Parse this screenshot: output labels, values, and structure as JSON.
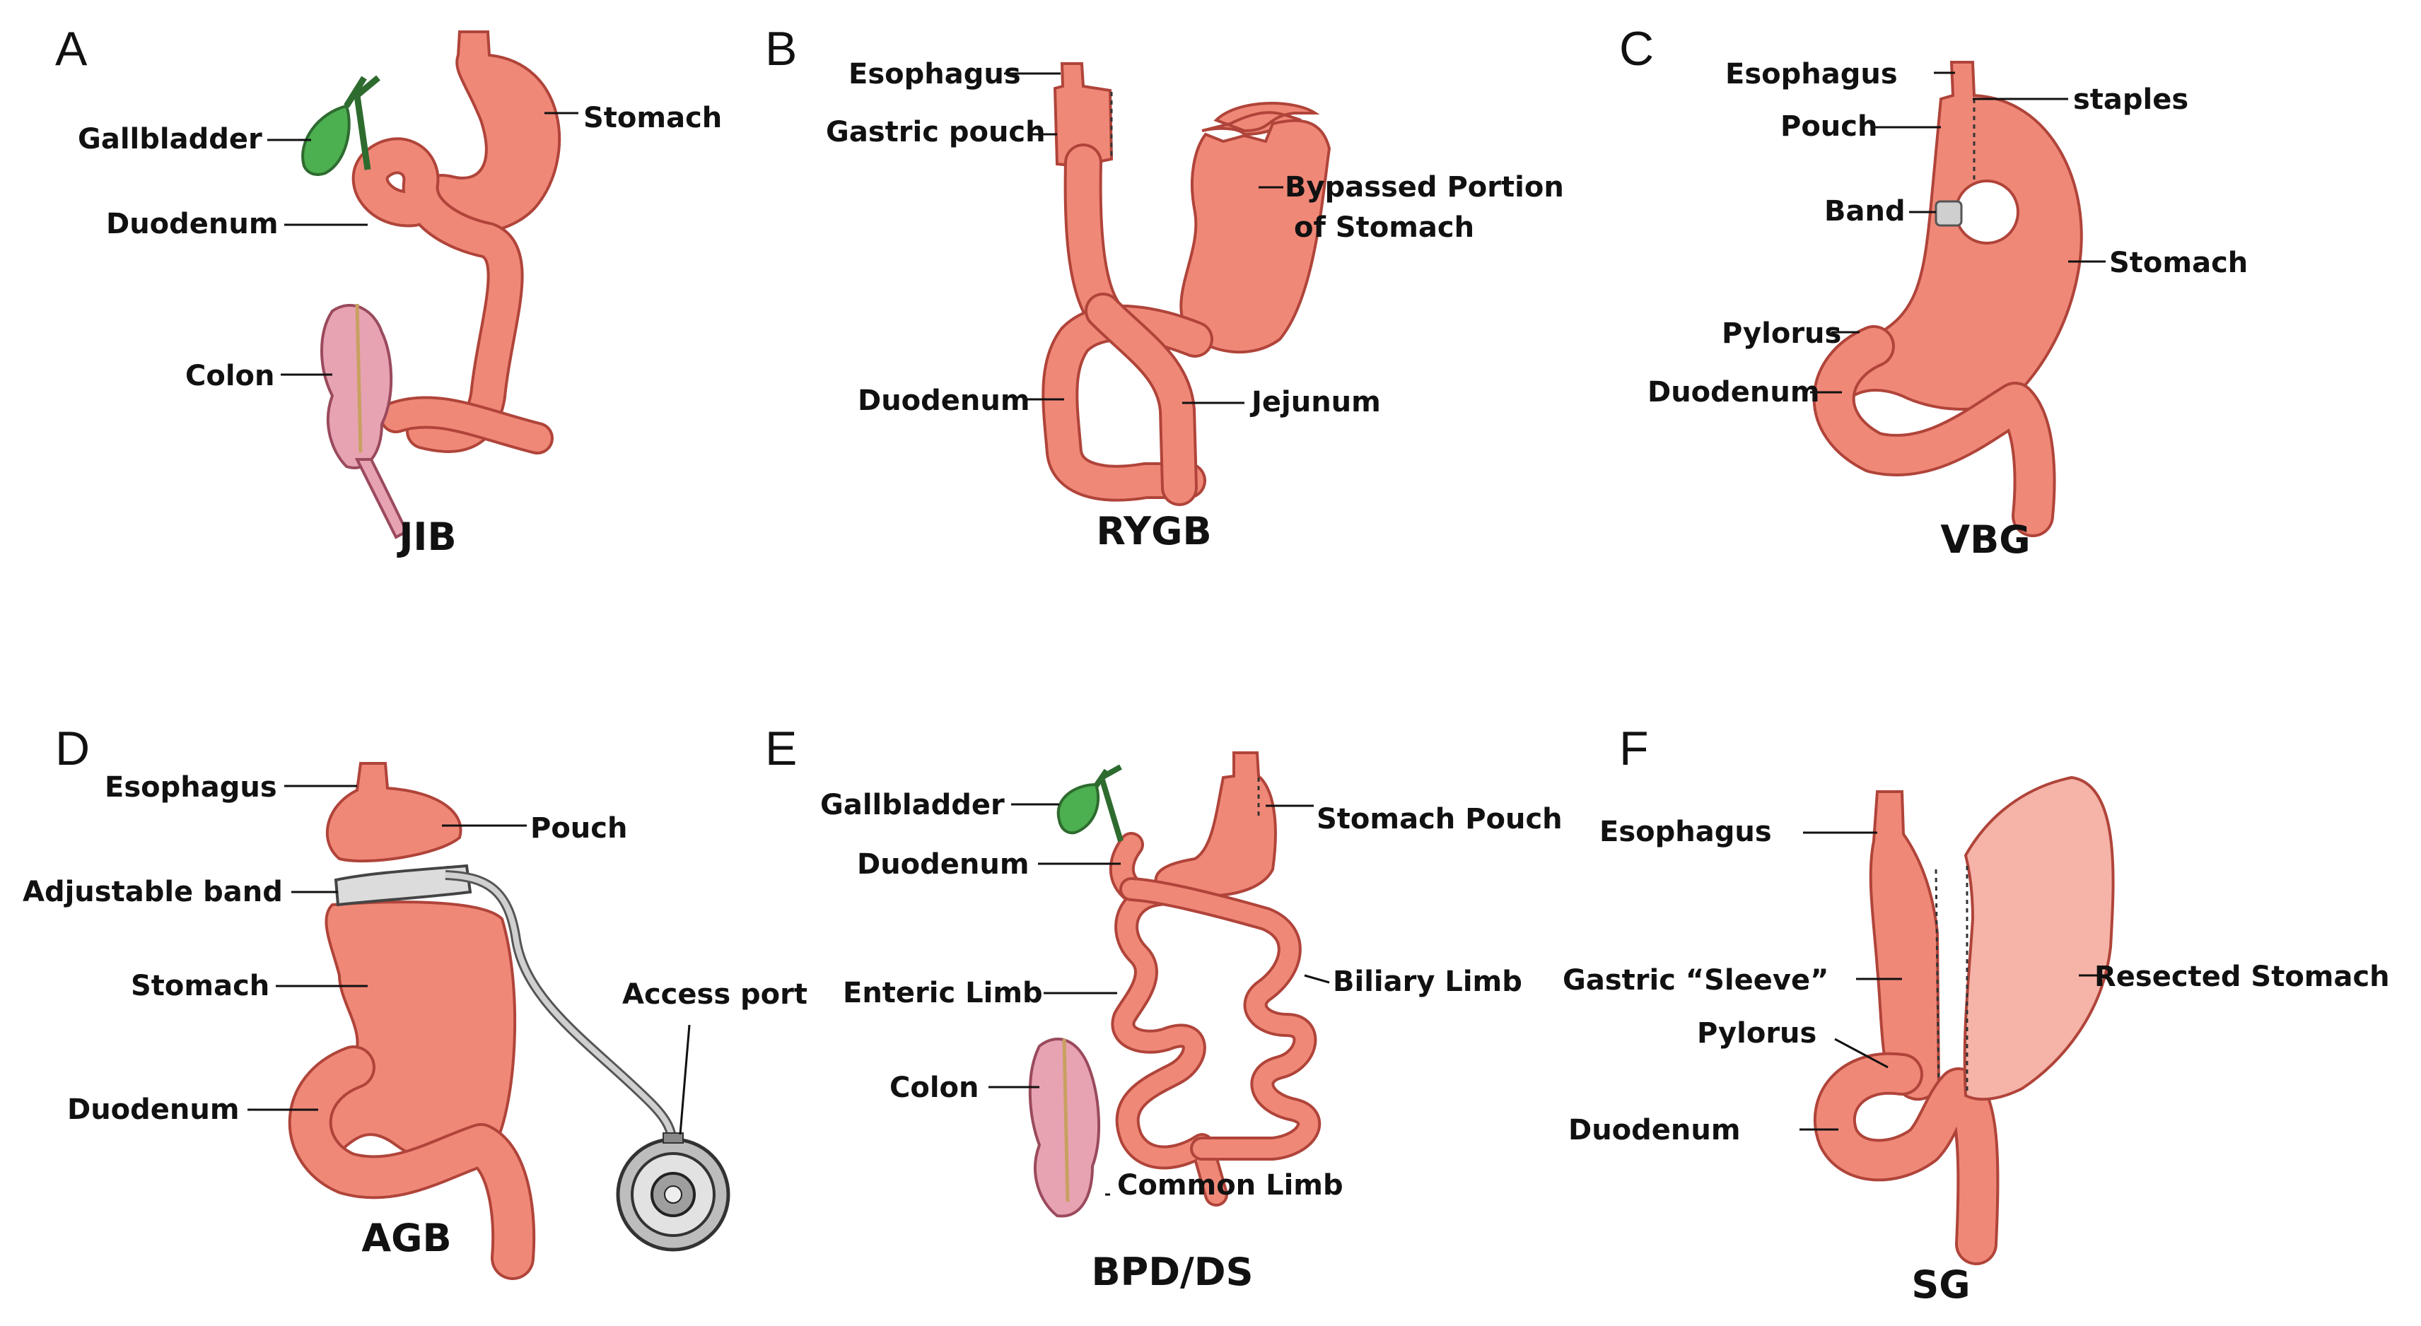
{
  "panels": {
    "A": {
      "letter": "A",
      "procedure": "JIB",
      "labels": {
        "gallbladder": "Gallbladder",
        "stomach": "Stomach",
        "duodenum": "Duodenum",
        "colon": "Colon"
      }
    },
    "B": {
      "letter": "B",
      "procedure": "RYGB",
      "labels": {
        "esophagus": "Esophagus",
        "gastric_pouch": "Gastric pouch",
        "bypassed_1": "Bypassed Portion",
        "bypassed_2": "of Stomach",
        "duodenum": "Duodenum",
        "jejunum": "Jejunum"
      }
    },
    "C": {
      "letter": "C",
      "procedure": "VBG",
      "labels": {
        "esophagus": "Esophagus",
        "staples": "staples",
        "pouch": "Pouch",
        "band": "Band",
        "stomach": "Stomach",
        "pylorus": "Pylorus",
        "duodenum": "Duodenum"
      }
    },
    "D": {
      "letter": "D",
      "procedure": "AGB",
      "labels": {
        "esophagus": "Esophagus",
        "pouch": "Pouch",
        "adjustable_band": "Adjustable band",
        "stomach": "Stomach",
        "access_port": "Access port",
        "duodenum": "Duodenum"
      }
    },
    "E": {
      "letter": "E",
      "procedure": "BPD/DS",
      "labels": {
        "gallbladder": "Gallbladder",
        "stomach_pouch": "Stomach Pouch",
        "duodenum": "Duodenum",
        "enteric_limb": "Enteric Limb",
        "biliary_limb": "Biliary Limb",
        "colon": "Colon",
        "common_limb": "Common Limb"
      }
    },
    "F": {
      "letter": "F",
      "procedure": "SG",
      "labels": {
        "esophagus": "Esophagus",
        "gastric_sleeve": "Gastric “Sleeve”",
        "resected_stomach": "Resected Stomach",
        "pylorus": "Pylorus",
        "duodenum": "Duodenum"
      }
    }
  },
  "colors": {
    "organ": "#f08878",
    "organ_outline": "#b0443a",
    "gallbladder": "#4caf50",
    "colon": "#e7a3b2",
    "band": "#d9d9d9"
  }
}
